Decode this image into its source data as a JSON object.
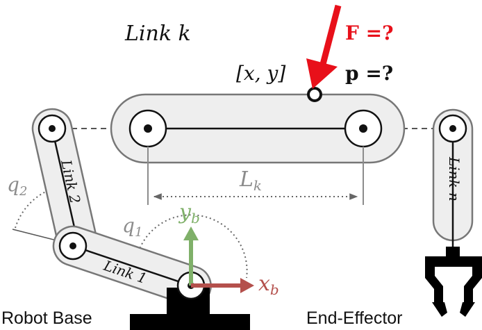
{
  "diagram": {
    "link_k_title": "Link k",
    "force_label": "F =?",
    "position_label": "p =?",
    "contact_point_label": "[x, y]",
    "length_label": "L",
    "length_sub": "k",
    "link1_label": "Link 1",
    "link2_label": "Link 2",
    "linkn_label": "Link n",
    "q1_label": "q",
    "q1_sub": "1",
    "q2_label": "q",
    "q2_sub": "2",
    "xb_label": "x",
    "xb_sub": "b",
    "yb_label": "y",
    "yb_sub": "b",
    "robot_base_label": "Robot Base",
    "end_effector_label": "End-Effector"
  },
  "colors": {
    "force": "#e8101a",
    "x_axis": "#b4504c",
    "y_axis": "#7fb069",
    "link_fill": "#eeeeee",
    "link_stroke": "#777777",
    "dim_gray": "#8c8c8c"
  },
  "icons": [
    "robot-base-icon",
    "gripper-icon",
    "joint-icon",
    "force-arrow-icon"
  ]
}
